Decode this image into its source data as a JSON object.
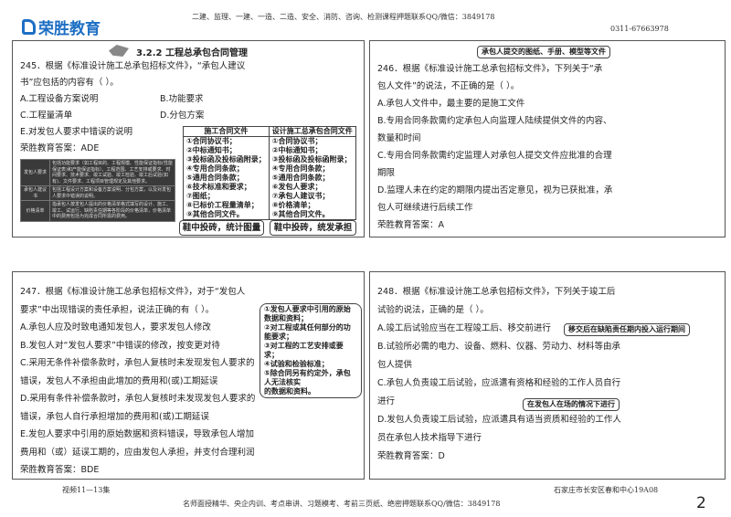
{
  "header": {
    "logo": "荣胜教育",
    "top_line": "二建、监理、一建、一造、二造、安全、消防、咨询、检测课程押题联系QQ/微信：3849178",
    "phone": "0311-67663978"
  },
  "footer": {
    "left": "视频11—13集",
    "bottom_line": "名师面授精华、央企内训、考点串讲、习题模考、考前三页纸、绝密押题联系QQ/微信：3849178",
    "address": "石家庄市长安区春和中心19A08",
    "page_number": "2"
  },
  "q245": {
    "section": "3.2.2  工程总承包合同管理",
    "lines": [
      "245．根据《标准设计施工总承包招标文件》，“承包人建议",
      "书”应包括的内容有（  ）。"
    ],
    "options": [
      "A.工程设备方案说明",
      "B.功能要求",
      "C.工程量清单",
      "D.分包方案",
      "E.对发包人要求中错误的说明"
    ],
    "answer": "荣胜教育答案：ADE",
    "dark_table": [
      [
        "发包人要求",
        "包括功能要求（如工程目的、工程规模、性能保证指标(性能保证表)和产能保证指标）、工程范围、工艺安排或要求、时间要求、技术要求、竣工试验、竣工检验、竣工后试验(如有)、文件要求、工程项目管理规定及其他要求。"
      ],
      [
        "承包人建议书",
        "包括工程设计方案和设备方案说明、分包方案，以及对发包人要求中错误的说明。"
      ],
      [
        "价格清单",
        "指承包人按发包人提出的价格清单格式填写的设计、施工、竣工、试运行、缺陷责任期等各阶段的价格清单，价格清单中的费用包括为完成合同所需的费用。"
      ]
    ],
    "compare_table": {
      "headers": [
        "施工合同文件",
        "设计施工总承包合同文件"
      ],
      "col1": [
        "①合同协议书；",
        "②中标通知书；",
        "③投标函及投标函附录；",
        "④专用合同条款；",
        "⑤通用合同条款；",
        "⑥技术标准和要求；",
        "⑦图纸；",
        "⑧已标价工程量清单；",
        "⑨其他合同文件。"
      ],
      "col2": [
        "①合同协议书；",
        "②中标通知书；",
        "③投标函及投标函附录；",
        "④专用合同条款；",
        "⑤通用合同条款；",
        "⑥发包人要求；",
        "⑦承包人建议书；",
        "⑧价格清单；",
        "⑨其他合同文件。"
      ]
    },
    "tags": [
      "鞋中投砖，统计图量",
      "鞋中投砖，统发承担"
    ]
  },
  "q246": {
    "note": "承包人提交的图纸、手册、模型等文件",
    "lines": [
      "246．根据《标准设计施工总承包招标文件》，下列关于“承",
      "包人文件”的说法，不正确的是（  ）。",
      "A.承包人文件中，最主要的是施工文件",
      "B.专用合同条款需约定承包人向监理人陆续提供文件的内容、",
      "数量和时间",
      "C.专用合同条款需约定监理人对承包人提交文件应批准的合理",
      "期限",
      "D.监理人未在约定的期限内提出否定意见，视为已获批准，承",
      "包人可继续进行后续工作",
      "荣胜教育答案：A"
    ]
  },
  "q247": {
    "lines": [
      "247．根据《标准设计施工总承包招标文件》，对于“发包人",
      "要求”中出现错误的责任承担，说法正确的有（  ）。",
      "A.承包人应及时致电通知发包人，要求发包人修改",
      "B.发包人对“发包人要求”中错误的修改，按变更对待",
      "C.采用无条件补偿条款时，承包人复核时未发现发包人要求的",
      "错误，发包人不承担由此增加的费用和(或)工期延误",
      "D.采用有条件补偿条款时，承包人复核时未发现发包人要求的",
      "错误，承包人自行承担增加的费用和(或)工期延误",
      "E.发包人要求中引用的原始数据和资料错误，导致承包人增加",
      "费用和（或）延误工期的，应由发包人承担，并支付合理利润",
      "荣胜教育答案：BDE"
    ],
    "note": [
      "①发包人要求中引用的原始数据和资料；",
      "②对工程或其任何部分的功能要求；",
      "③对工程的工艺安排或要求；",
      "④试验和检验标准；",
      "⑤除合同另有约定外，承包人无法核实",
      "的数据和资料。"
    ]
  },
  "q248": {
    "lines": [
      "248．根据《标准设计施工总承包招标文件》，下列关于竣工后",
      "试验的说法，正确的是（  ）。",
      "A.竣工后试验应当在工程竣工后、移交前进行",
      "B.试验所必需的电力、设备、燃料、仪器、劳动力、材料等由承",
      "包人提供",
      "C.承包人负责竣工后试验，应派遣有资格和经验的工作人员自行",
      "进行",
      "D.发包人负责竣工后试验，应派遣具有适当资质和经验的工作人",
      "员在承包人技术指导下进行",
      "荣胜教育答案：D"
    ],
    "note_a": [
      "移交后在缺陷责任",
      "期内投入运行期间"
    ],
    "note_c": "在发包人在场的情况下进行"
  }
}
